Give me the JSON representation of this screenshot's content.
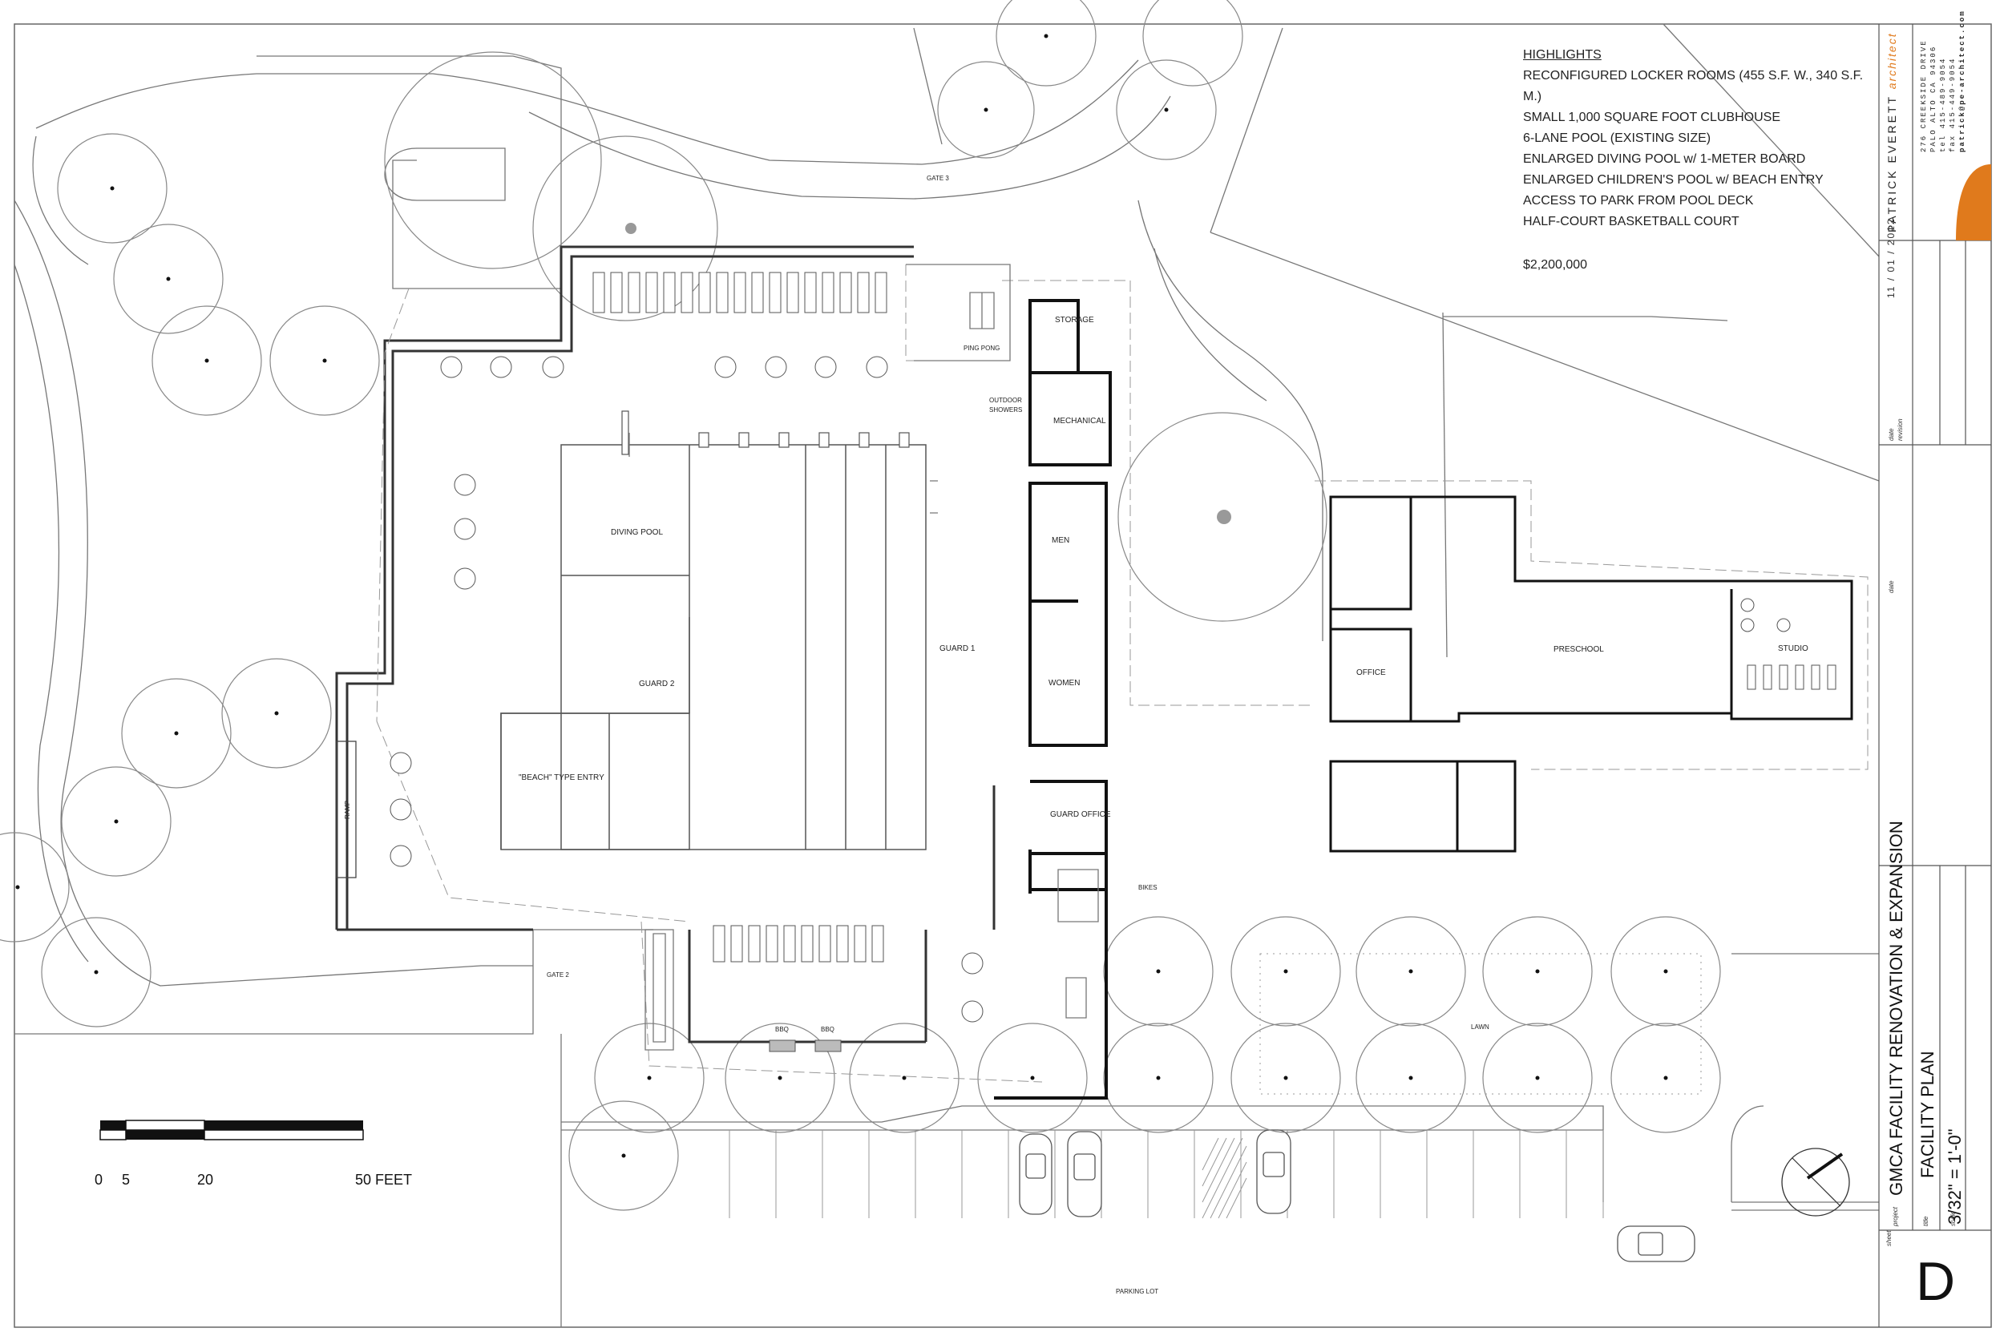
{
  "highlights": {
    "title": "HIGHLIGHTS",
    "items": [
      "RECONFIGURED LOCKER ROOMS (455 S.F. W., 340 S.F. M.)",
      "SMALL 1,000 SQUARE FOOT CLUBHOUSE",
      "6-LANE POOL (EXISTING SIZE)",
      "ENLARGED DIVING POOL w/ 1-METER BOARD",
      "ENLARGED CHILDREN'S POOL w/ BEACH ENTRY",
      "ACCESS TO PARK FROM POOL DECK",
      "HALF-COURT BASKETBALL COURT"
    ],
    "cost": "$2,200,000"
  },
  "rooms": {
    "storage": "STORAGE",
    "mechanical": "MECHANICAL",
    "outdoor_showers_1": "OUTDOOR",
    "outdoor_showers_2": "SHOWERS",
    "men": "MEN",
    "women": "WOMEN",
    "guard_office": "GUARD OFFICE",
    "office": "OFFICE",
    "preschool": "PRESCHOOL",
    "studio": "STUDIO",
    "diving_pool": "DIVING POOL",
    "guard_1": "GUARD 1",
    "guard_2": "GUARD 2",
    "beach_entry": "\"BEACH\" TYPE ENTRY",
    "ping_pong": "PING PONG",
    "gate_3": "GATE 3",
    "gate_2": "GATE 2",
    "ramp": "RAMP",
    "bbq_1": "BBQ",
    "bbq_2": "BBQ",
    "bikes": "BIKES",
    "lawn": "LAWN",
    "parking_lot": "PARKING LOT"
  },
  "scale_bar": {
    "ticks": [
      "0",
      "5",
      "20",
      "50 FEET"
    ]
  },
  "title_block": {
    "firm": "PATRICK EVERETT",
    "firm_suffix": "architect",
    "address": [
      "276 CREEKSIDE DRIVE",
      "PALO ALTO CA 94306",
      "tel 415-489-9054",
      "fax 415-449-9054",
      "patrick@pe-architect.com"
    ],
    "date": "11 / 01 / 2012",
    "field_date": "date",
    "field_revision": "revision",
    "field_project": "project",
    "field_title": "title",
    "field_scale": "scale",
    "field_sheet": "sheet",
    "project": "GMCA FACILITY RENOVATION & EXPANSION",
    "title": "FACILITY PLAN",
    "scale": "3/32\" = 1'-0\"",
    "sheet": "D"
  },
  "colors": {
    "accent": "#e07a1c",
    "line": "#555555",
    "wall": "#111111"
  }
}
